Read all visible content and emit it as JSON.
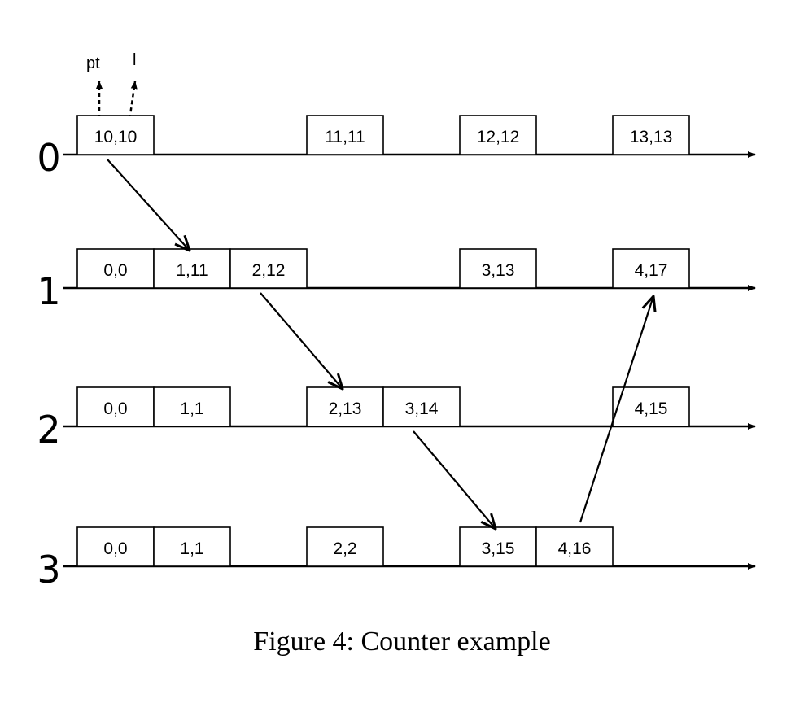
{
  "figure": {
    "caption": "Figure 4: Counter example",
    "annotations": {
      "pt_label": "pt",
      "l_label": "l"
    },
    "timelines": [
      {
        "id": "0",
        "label": "0",
        "events": [
          {
            "text": "10,10",
            "col": 0
          },
          {
            "text": "11,11",
            "col": 3
          },
          {
            "text": "12,12",
            "col": 5
          },
          {
            "text": "13,13",
            "col": 7
          }
        ]
      },
      {
        "id": "1",
        "label": "1",
        "events": [
          {
            "text": "0,0",
            "col": 0
          },
          {
            "text": "1,11",
            "col": 1
          },
          {
            "text": "2,12",
            "col": 2
          },
          {
            "text": "3,13",
            "col": 5
          },
          {
            "text": "4,17",
            "col": 7
          }
        ]
      },
      {
        "id": "2",
        "label": "2",
        "events": [
          {
            "text": "0,0",
            "col": 0
          },
          {
            "text": "1,1",
            "col": 1
          },
          {
            "text": "2,13",
            "col": 3
          },
          {
            "text": "3,14",
            "col": 4
          },
          {
            "text": "4,15",
            "col": 7
          }
        ]
      },
      {
        "id": "3",
        "label": "3",
        "events": [
          {
            "text": "0,0",
            "col": 0
          },
          {
            "text": "1,1",
            "col": 1
          },
          {
            "text": "2,2",
            "col": 3
          },
          {
            "text": "3,15",
            "col": 5
          },
          {
            "text": "4,16",
            "col": 6
          }
        ]
      }
    ],
    "messages": [
      {
        "from": "10,10",
        "from_line": 0,
        "to": "1,11",
        "to_line": 1
      },
      {
        "from": "2,12",
        "from_line": 1,
        "to": "2,13",
        "to_line": 2
      },
      {
        "from": "3,14",
        "from_line": 2,
        "to": "3,15",
        "to_line": 3
      },
      {
        "from": "4,16",
        "from_line": 3,
        "to": "4,17",
        "to_line": 1
      }
    ]
  }
}
